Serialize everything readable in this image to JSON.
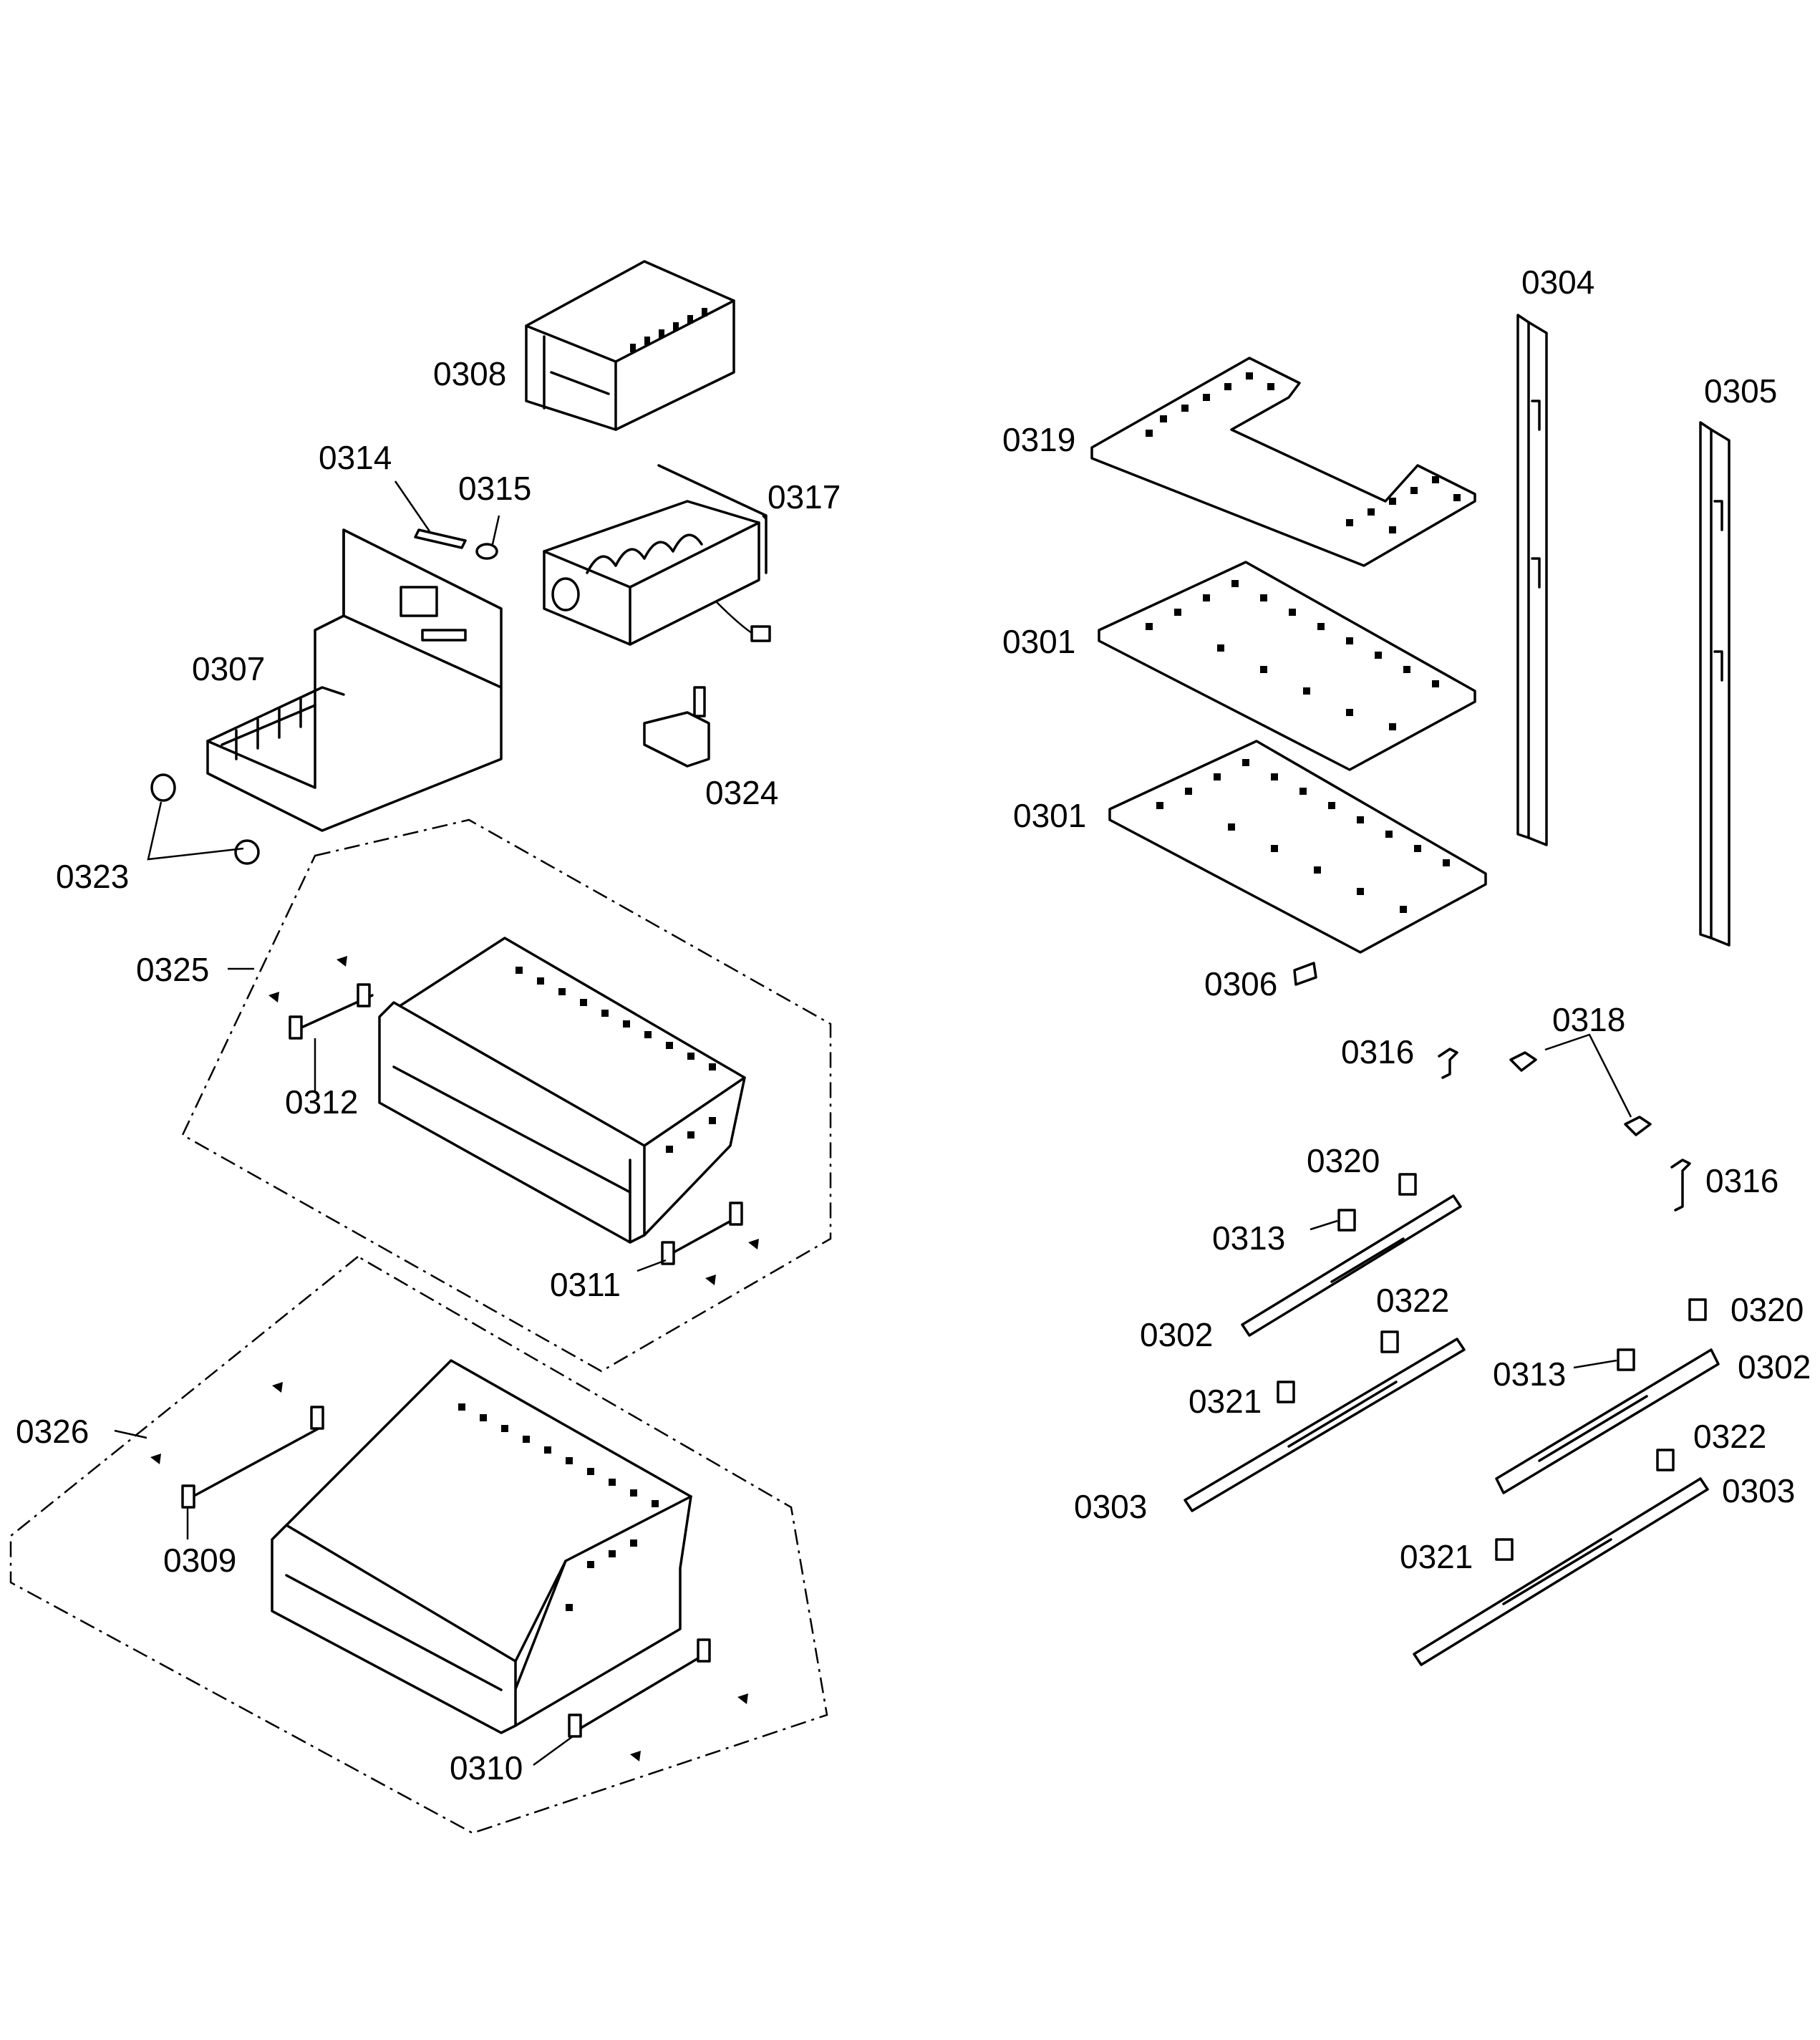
{
  "callouts": {
    "p0301a": "0301",
    "p0301b": "0301",
    "p0302a": "0302",
    "p0302b": "0302",
    "p0303a": "0303",
    "p0303b": "0303",
    "p0304": "0304",
    "p0305": "0305",
    "p0306": "0306",
    "p0307": "0307",
    "p0308": "0308",
    "p0309": "0309",
    "p0310": "0310",
    "p0311": "0311",
    "p0312": "0312",
    "p0313a": "0313",
    "p0313b": "0313",
    "p0314": "0314",
    "p0315": "0315",
    "p0316a": "0316",
    "p0316b": "0316",
    "p0317": "0317",
    "p0318": "0318",
    "p0319": "0319",
    "p0320a": "0320",
    "p0320b": "0320",
    "p0321a": "0321",
    "p0321b": "0321",
    "p0322a": "0322",
    "p0322b": "0322",
    "p0323": "0323",
    "p0324": "0324",
    "p0325": "0325",
    "p0326": "0326"
  }
}
